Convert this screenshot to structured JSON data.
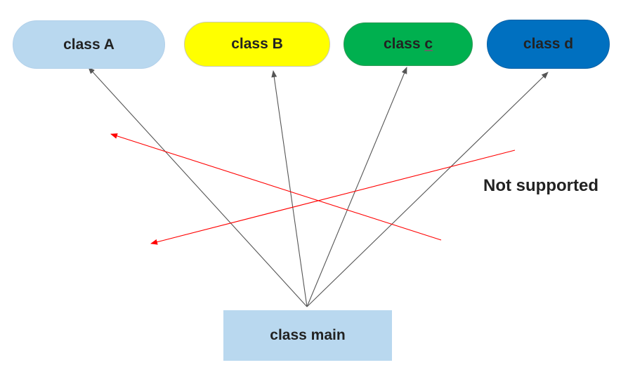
{
  "nodes": {
    "class_a": {
      "label": "class A",
      "fill": "#b9d8ef"
    },
    "class_b": {
      "label": "class B",
      "fill": "#ffff00"
    },
    "class_c": {
      "label_prefix": "class ",
      "label_suffix": "c",
      "fill": "#00b04f"
    },
    "class_d": {
      "label": "class d",
      "fill": "#0070c0"
    },
    "class_main": {
      "label": "class main",
      "fill": "#b9d8ef"
    }
  },
  "edges": [
    {
      "from": "class main",
      "to": "class A",
      "style": "supported",
      "color": "#555555"
    },
    {
      "from": "class main",
      "to": "class B",
      "style": "supported",
      "color": "#555555"
    },
    {
      "from": "class main",
      "to": "class c",
      "style": "supported",
      "color": "#555555"
    },
    {
      "from": "class main",
      "to": "class d",
      "style": "supported",
      "color": "#555555"
    },
    {
      "style": "not-supported",
      "color": "#ff0000"
    },
    {
      "style": "not-supported",
      "color": "#ff0000"
    }
  ],
  "annotation": {
    "text": "Not supported"
  }
}
